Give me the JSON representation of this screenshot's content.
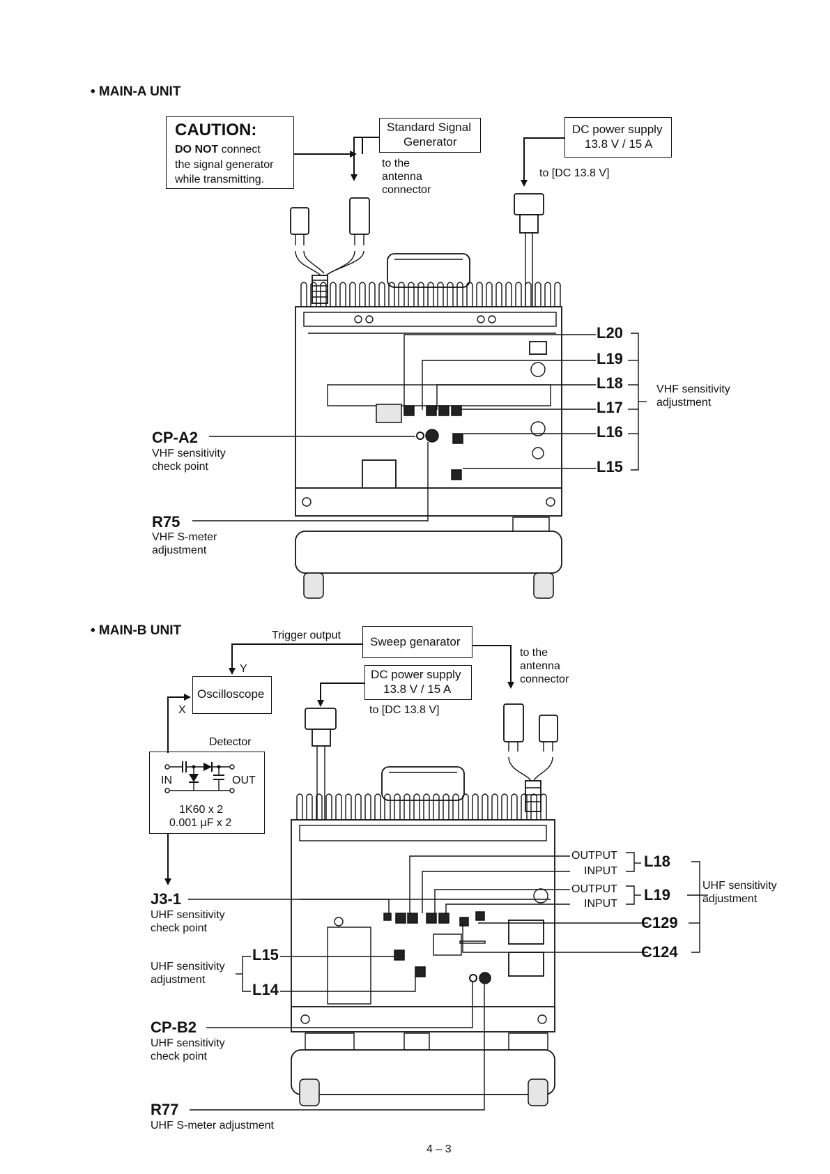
{
  "section_a": {
    "title": "• MAIN-A UNIT",
    "caution": {
      "heading": "CAUTION:",
      "bold": "DO NOT",
      "line1_rest": " connect",
      "line2": "the signal generator",
      "line3": "while transmitting."
    },
    "ssg": {
      "line1": "Standard Signal",
      "line2": "Generator"
    },
    "ssg_note": {
      "line1": "to the",
      "line2": "antenna",
      "line3": "connector"
    },
    "dc": {
      "line1": "DC power supply",
      "line2": "13.8 V / 15 A"
    },
    "dc_note": "to [DC 13.8 V]",
    "cp": {
      "name": "CP-A2",
      "line1": "VHF sensitivity",
      "line2": "check point"
    },
    "r": {
      "name": "R75",
      "line1": "VHF S-meter",
      "line2": "adjustment"
    },
    "coils": [
      "L20",
      "L19",
      "L18",
      "L17",
      "L16",
      "L15"
    ],
    "bracket": {
      "line1": "VHF sensitivity",
      "line2": "adjustment"
    }
  },
  "section_b": {
    "title": "• MAIN-B UNIT",
    "trigger": "Trigger output",
    "sweep": "Sweep genarator",
    "sweep_note": {
      "line1": "to the",
      "line2": "antenna",
      "line3": "connector"
    },
    "osc": "Oscilloscope",
    "y": "Y",
    "x": "X",
    "dc": {
      "line1": "DC power supply",
      "line2": "13.8 V / 15 A"
    },
    "dc_note": "to [DC 13.8 V]",
    "detector": {
      "title": "Detector",
      "in": "IN",
      "out": "OUT",
      "line1": "1K60 x 2",
      "line2": "0.001 µF x 2"
    },
    "j": {
      "name": "J3-1",
      "line1": "UHF sensitivity",
      "line2": "check point"
    },
    "left_bracket": {
      "line1": "UHF sensitivity",
      "line2": "adjustment",
      "coils": [
        "L15",
        "L14"
      ]
    },
    "cp": {
      "name": "CP-B2",
      "line1": "UHF sensitivity",
      "line2": "check point"
    },
    "r": {
      "name": "R77",
      "line1": "UHF S-meter adjustment"
    },
    "io": {
      "output": "OUTPUT",
      "input": "INPUT"
    },
    "coils": [
      "L18",
      "L19",
      "C129",
      "C124"
    ],
    "bracket": {
      "line1": "UHF sensitivity",
      "line2": "adjustment"
    }
  },
  "page_number": "4 – 3"
}
